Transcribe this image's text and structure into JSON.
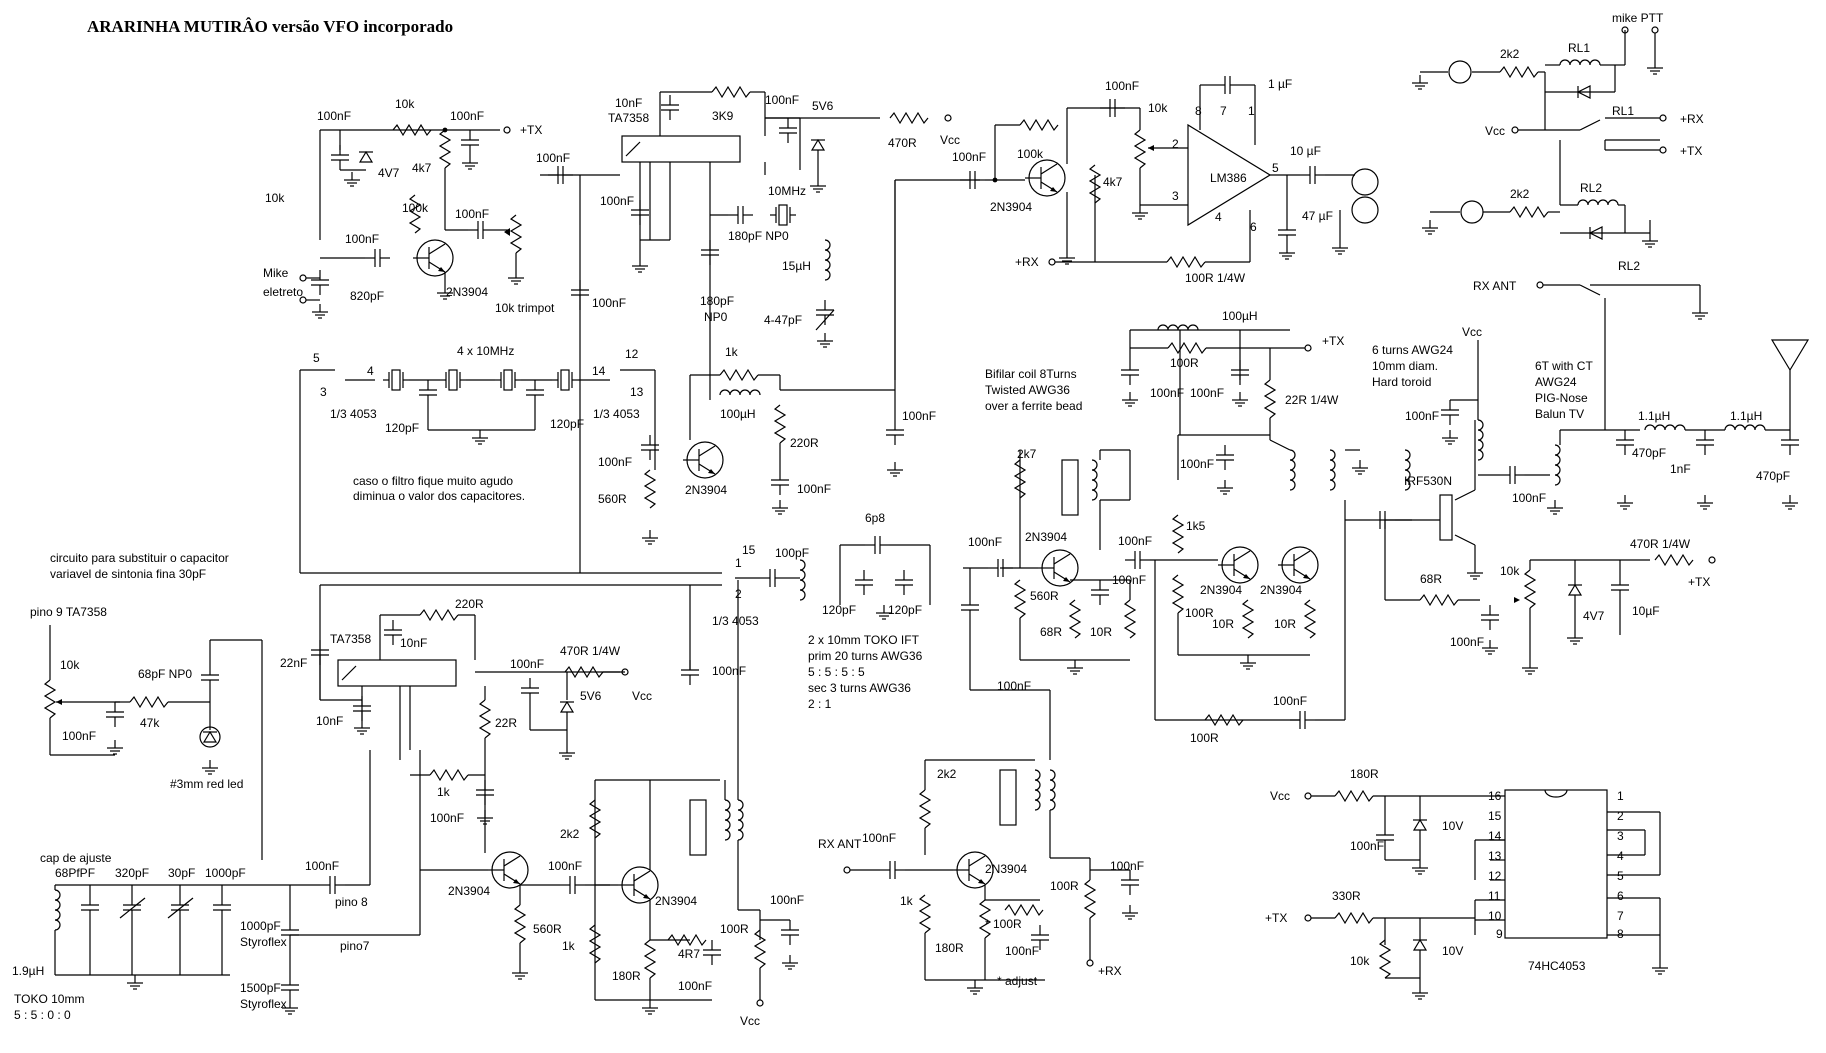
{
  "title": "ARARINHA MUTIRÂO versão VFO incorporado",
  "labels": {
    "mike_ptt": "mike PTT",
    "mike": "Mike",
    "eletreto": "eletreto",
    "plus_tx": "+TX",
    "plus_rx": "+RX",
    "vcc": "Vcc",
    "rx_ant": "RX ANT",
    "r10k": "10k",
    "r4k7": "4k7",
    "r100k": "100k",
    "c100nF": "100nF",
    "c820pF": "820pF",
    "z4v7": "4V7",
    "q2n3904": "2N3904",
    "trimpot": "10k trimpot",
    "c10nF": "10nF",
    "ic_ta7358": "TA7358",
    "r3k9": "3K9",
    "z5v6": "5V6",
    "r470r": "470R",
    "x10mhz": "10MHz",
    "c180pf_np0": "180pF NP0",
    "l15uh": "15µH",
    "c4_47pf": "4-47pF",
    "c180pf": "180pF",
    "np0": "NP0",
    "r1k": "1k",
    "l100uh": "100µH",
    "r220r": "220R",
    "r560r": "560R",
    "x4_10mhz": "4 x 10MHz",
    "c120pf": "120pF",
    "sw_1_3_4053": "1/3 4053",
    "pin5": "5",
    "pin3": "3",
    "pin4": "4",
    "pin12": "12",
    "pin13": "13",
    "pin14": "14",
    "pin1": "1",
    "pin2": "2",
    "pin15": "15",
    "note_filtro_1": "caso o filtro fique muito agudo",
    "note_filtro_2": "diminua o valor dos capacitores.",
    "lm386": "LM386",
    "c1uf": "1 µF",
    "c10uf": "10 µF",
    "c47uf": "47 µF",
    "r100r_1_4w": "100R 1/4W",
    "c100pf": "100pF",
    "c6p8": "6p8",
    "toko_1": "2 x 10mm TOKO IFT",
    "toko_2": "prim 20 turns AWG36",
    "toko_3": "5 : 5 : 5 : 5",
    "toko_4": "sec 3 turns AWG36",
    "toko_5": "2 : 1",
    "bifilar_1": "Bifilar coil 8Turns",
    "bifilar_2": "Twisted   AWG36",
    "bifilar_3": "over a ferrite bead",
    "r100r": "100R",
    "r22r_1_4w": "22R 1/4W",
    "r2k7": "2k7",
    "r1k5": "1k5",
    "r68r": "68R",
    "r10r": "10R",
    "toroid_1": "6 turns AWG24",
    "toroid_2": "10mm diam.",
    "toroid_3": "Hard toroid",
    "irf530n": "IRF530N",
    "balun_1": "6T with CT",
    "balun_2": "AWG24",
    "balun_3": "PIG-Nose",
    "balun_4": "Balun TV",
    "l1_1uh": "1.1µH",
    "c470pf": "470pF",
    "c1nf": "1nF",
    "r2k2": "2k2",
    "rl1": "RL1",
    "rl2": "RL2",
    "r470r_1_4w": "470R 1/4W",
    "c10uF2": "10µF",
    "pino9": "pino 9 TA7358",
    "sub_1": "circuito para substituir o capacitor",
    "sub_2": "variavel de sintonia fina 30pF",
    "c68pf_np0": "68pF NP0",
    "r47k": "47k",
    "red_led": "#3mm red led",
    "c22nf": "22nF",
    "r22r": "22R",
    "r470r_1_4w_b": "470R 1/4W",
    "cap_ajuste": "cap de ajuste",
    "c68pfpf": "68PfPF",
    "c320pf": "320pF",
    "c30pf": "30pF",
    "c1000pf": "1000pF",
    "pino8": "pino 8",
    "pino7": "pino7",
    "styroflex": "Styroflex",
    "c1500pf": "1500pF",
    "l1_9uh": "1.9µH",
    "toko10mm": "TOKO 10mm",
    "toko_ratio": "5 : 5 : 0 : 0",
    "r4r7": "4R7",
    "adjust": "* adjust",
    "r100r_star": "* 100R",
    "r180r": "180R",
    "r330r": "330R",
    "z10v": "10V",
    "ic_74hc4053": "74HC4053",
    "pins_left": [
      "16",
      "15",
      "14",
      "13",
      "12",
      "11",
      "10",
      "9"
    ],
    "pins_right": [
      "1",
      "2",
      "3",
      "4",
      "5",
      "6",
      "7",
      "8"
    ]
  }
}
